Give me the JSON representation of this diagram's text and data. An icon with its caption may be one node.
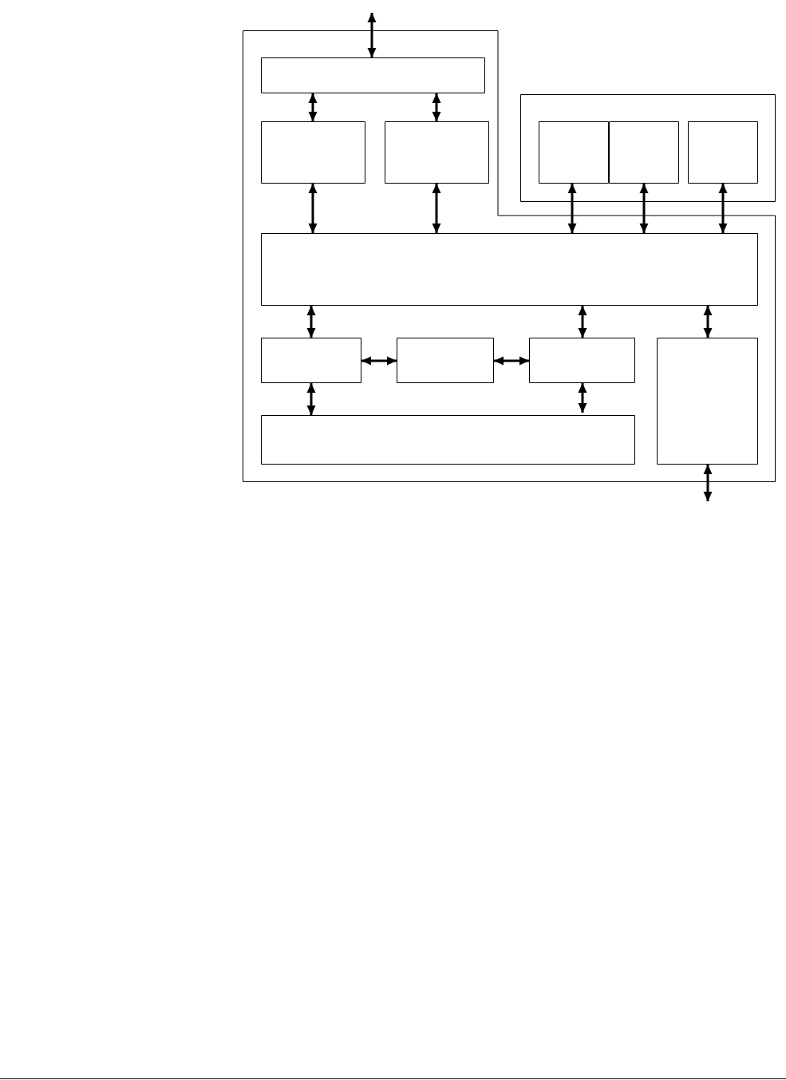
{
  "diagram": {
    "nodes": [
      {
        "text": [],
        "shape": "box"
      },
      {
        "text": [],
        "shape": "box",
        "in": 0
      },
      {
        "text": [],
        "shape": "box",
        "in": 0
      },
      {
        "text": [],
        "shape": "box",
        "in": 0
      },
      {
        "text": [],
        "shape": "box",
        "in": 0
      },
      {
        "text": [],
        "shape": "box",
        "in": 0
      },
      {
        "text": [],
        "shape": "box",
        "in": 0
      },
      {
        "text": [],
        "shape": "box",
        "in": 0
      },
      {
        "text": [],
        "shape": "box",
        "in": 0
      },
      {
        "text": [],
        "shape": "box",
        "in": 0
      },
      {
        "text": [],
        "shape": "box"
      },
      {
        "text": [],
        "shape": "box",
        "in": 10
      },
      {
        "text": [],
        "shape": "box",
        "in": 10
      },
      {
        "text": [],
        "shape": "box",
        "in": 10
      }
    ],
    "edges": [
      {
        "from": null,
        "to": 1,
        "arrow": "both"
      },
      {
        "from": 1,
        "to": 2,
        "arrow": "both"
      },
      {
        "from": 1,
        "to": 3,
        "arrow": "both"
      },
      {
        "from": 2,
        "to": 4,
        "arrow": "both"
      },
      {
        "from": 3,
        "to": 4,
        "arrow": "both"
      },
      {
        "from": 11,
        "to": 4,
        "arrow": "both"
      },
      {
        "from": 12,
        "to": 4,
        "arrow": "both"
      },
      {
        "from": 13,
        "to": 4,
        "arrow": "both"
      },
      {
        "from": 4,
        "to": 5,
        "arrow": "both"
      },
      {
        "from": 4,
        "to": 7,
        "arrow": "both"
      },
      {
        "from": 4,
        "to": 9,
        "arrow": "both"
      },
      {
        "from": 5,
        "to": 6,
        "arrow": "both"
      },
      {
        "from": 6,
        "to": 7,
        "arrow": "both"
      },
      {
        "from": 5,
        "to": 8,
        "arrow": "both"
      },
      {
        "from": 7,
        "to": 8,
        "arrow": "both"
      },
      {
        "from": 9,
        "to": null,
        "arrow": "both"
      }
    ]
  }
}
